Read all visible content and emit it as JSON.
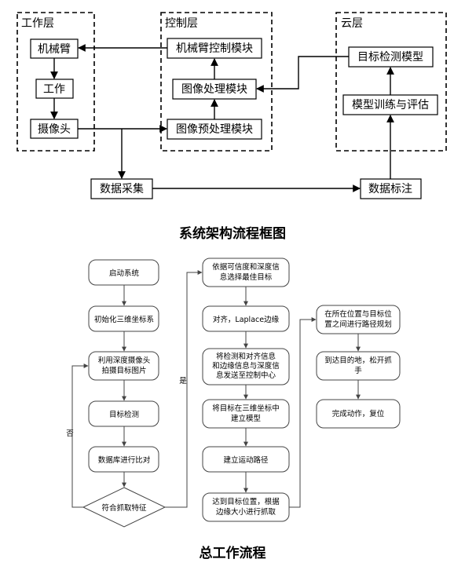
{
  "architecture": {
    "layers": {
      "work": "工作层",
      "control": "控制层",
      "cloud": "云层"
    },
    "boxes": {
      "arm": "机械臂",
      "work": "工作",
      "camera": "摄像头",
      "arm_ctrl": "机械臂控制模块",
      "img_proc": "图像处理模块",
      "img_pre": "图像预处理模块",
      "det_model": "目标检测模型",
      "train_eval": "模型训练与评估",
      "data_collect": "数据采集",
      "data_label": "数据标注"
    },
    "caption": "系统架构流程框图"
  },
  "flow": {
    "col1": {
      "start": "启动系统",
      "init": "初始化三维坐标系",
      "capture": [
        "利用深度摄像头",
        "拍摄目标图片"
      ],
      "detect": "目标检测",
      "compare": "数据库进行比对",
      "decision": "符合抓取特征"
    },
    "labels": {
      "yes": "是",
      "no": "否"
    },
    "col2": {
      "select": [
        "依据可信度和深度信",
        "息选择最佳目标"
      ],
      "align": "对齐，Laplace边缘",
      "send": [
        "将检测和对齐信息",
        "和边缘信息与深度信",
        "息发送至控制中心"
      ],
      "model": [
        "将目标在三维坐标中",
        "建立模型"
      ],
      "path": "建立运动路径",
      "grab": [
        "达到目标位置，根据",
        "边缘大小进行抓取"
      ]
    },
    "col3": {
      "plan": [
        "在所在位置与目标位",
        "置之间进行路径规划"
      ],
      "release": [
        "到达目的地，松开抓",
        "手"
      ],
      "finish": "完成动作，复位"
    },
    "caption": "总工作流程"
  }
}
